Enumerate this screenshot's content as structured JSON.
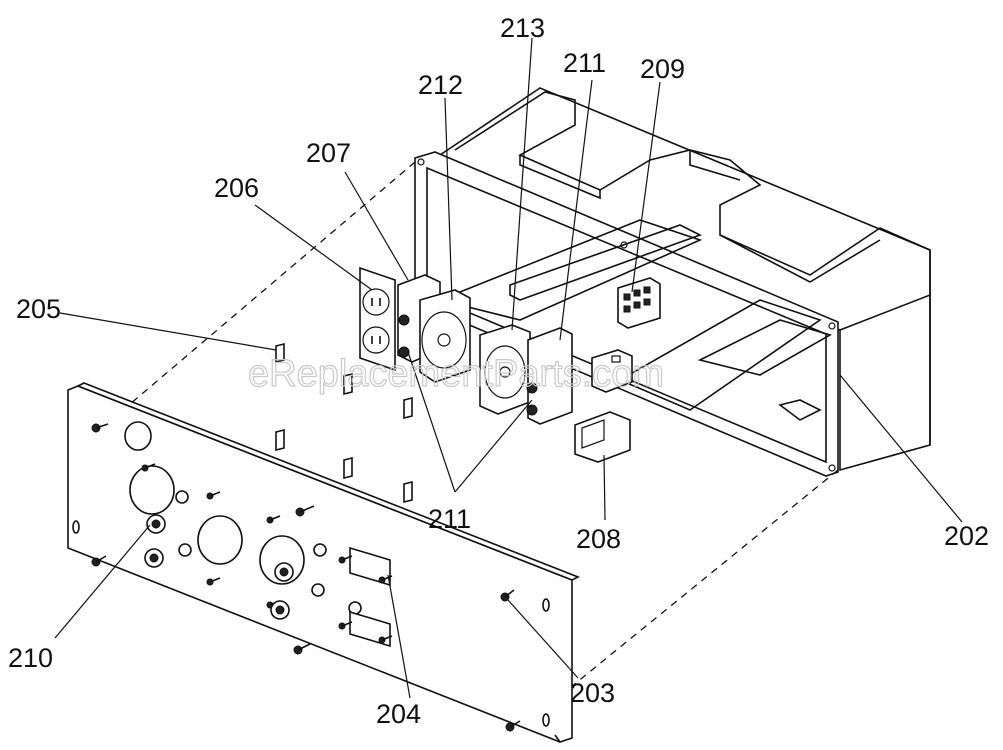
{
  "watermark": "eReplacementParts.com",
  "labels": {
    "l202": "202",
    "l203": "203",
    "l204": "204",
    "l205": "205",
    "l206": "206",
    "l207": "207",
    "l208": "208",
    "l209": "209",
    "l210": "210",
    "l211_top": "211",
    "l211_mid": "211",
    "l212": "212",
    "l213": "213"
  }
}
